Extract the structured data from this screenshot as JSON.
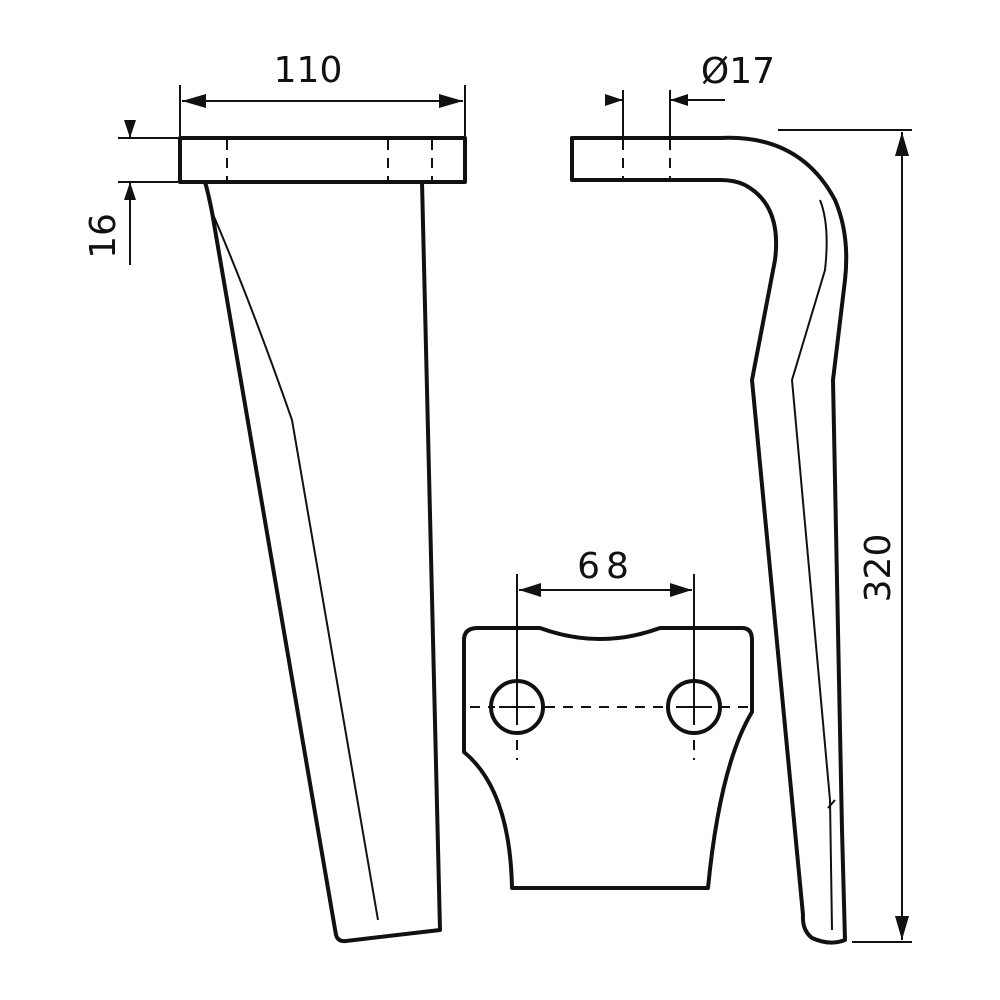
{
  "dimensions": {
    "flange_width": "110",
    "flange_thickness": "16",
    "hole_diameter": "Ø17",
    "hole_spacing": "68",
    "total_height": "320"
  }
}
